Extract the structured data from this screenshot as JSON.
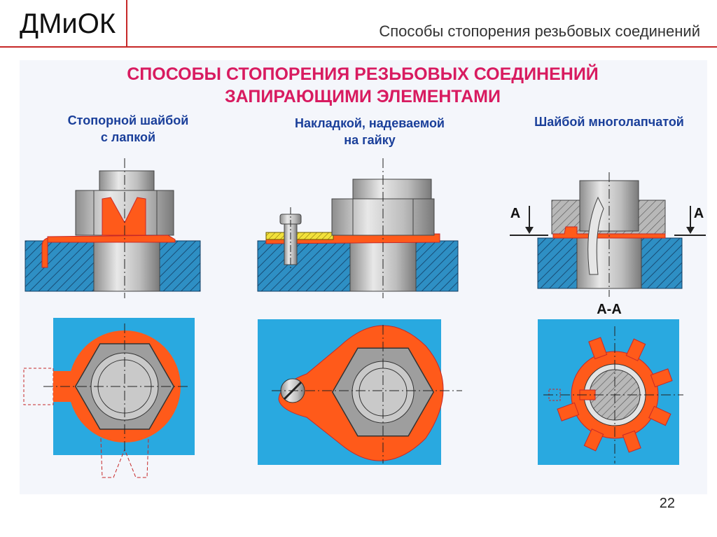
{
  "header": {
    "logo": "ДМиОК",
    "title": "Способы стопорения резьбовых соединений"
  },
  "slide": {
    "heading_line1": "СПОСОБЫ СТОПОРЕНИЯ РЕЗЬБОВЫХ СОЕДИНЕНИЙ",
    "heading_line2": "ЗАПИРАЮЩИМИ ЭЛЕМЕНТАМИ",
    "col1_caption_line1": "Стопорной шайбой",
    "col1_caption_line2": "с лапкой",
    "col2_caption_line1": "Накладкой, надеваемой",
    "col2_caption_line2": "на гайку",
    "col3_caption": "Шайбой многолапчатой",
    "section_mark": "А",
    "section_label": "А-А"
  },
  "footer": {
    "page_number": "22"
  },
  "colors": {
    "accent": "#c62828",
    "heading": "#d81b60",
    "caption": "#1a3f9a",
    "plate": "#29a9e0",
    "washer": "#ff5a1a"
  }
}
